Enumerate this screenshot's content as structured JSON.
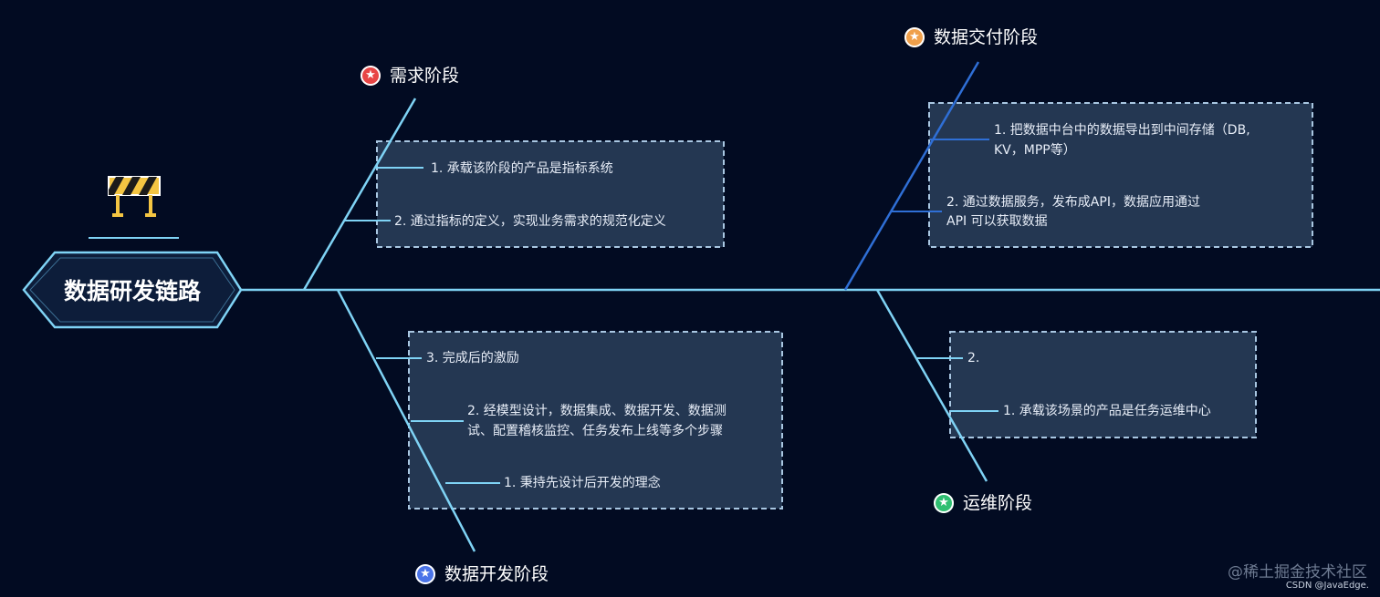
{
  "root": {
    "title": "数据研发链路"
  },
  "stages": {
    "requirement": {
      "title": "需求阶段",
      "badge_color": "#e84545",
      "items": [
        "1. 承载该阶段的产品是指标系统",
        "2. 通过指标的定义，实现业务需求的规范化定义"
      ]
    },
    "development": {
      "title": "数据开发阶段",
      "badge_color": "#4a73e8",
      "items": [
        "3. 完成后的激励",
        "2. 经模型设计，数据集成、数据开发、数据测",
        "试、配置稽核监控、任务发布上线等多个步骤",
        "1. 秉持先设计后开发的理念"
      ]
    },
    "delivery": {
      "title": "数据交付阶段",
      "badge_color": "#f0a04b",
      "items": [
        "1. 把数据中台中的数据导出到中间存储（DB,",
        "KV，MPP等）",
        "2. 通过数据服务，发布成API，数据应用通过",
        "API 可以获取数据"
      ]
    },
    "operation": {
      "title": "运维阶段",
      "badge_color": "#2fbf71",
      "items": [
        "2.",
        "1. 承载该场景的产品是任务运维中心"
      ]
    }
  },
  "star_glyph": "★",
  "icon": "roadblock-barrier-icon",
  "colors": {
    "background": "#020b22",
    "spine": "#7fd3f5",
    "box_fill": "#243752",
    "box_border": "#a9c7e2",
    "delivery_branch": "#2f6fd6"
  },
  "watermark": "@稀土掘金技术社区",
  "credit": "CSDN @JavaEdge."
}
